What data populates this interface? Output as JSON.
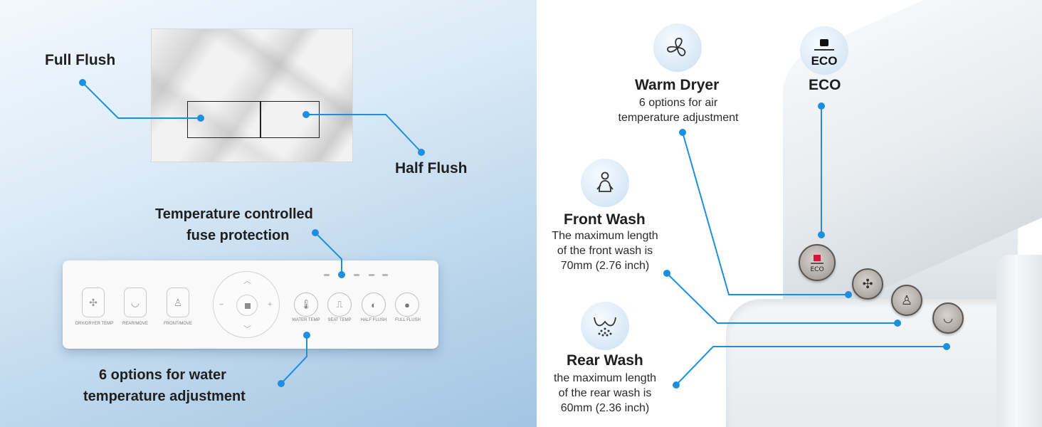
{
  "flush_plate": {
    "full_label": "Full Flush",
    "half_label": "Half Flush"
  },
  "remote_panel": {
    "fuse_label_line1": "Temperature controlled",
    "fuse_label_line2": "fuse protection",
    "water_temp_line1": "6 options for water",
    "water_temp_line2": "temperature adjustment",
    "buttons": [
      {
        "label": "DRY/DRYER TEMP",
        "icon": "fan-icon"
      },
      {
        "label": "REAR/MOVE",
        "icon": "rear-wash-icon"
      },
      {
        "label": "FRONT/MOVE",
        "icon": "front-wash-icon"
      }
    ],
    "round_buttons": [
      {
        "label": "WATER TEMP",
        "icon": "thermometer-icon"
      },
      {
        "label": "SEAT TEMP",
        "icon": "seat-temp-icon"
      },
      {
        "label": "HALF FLUSH",
        "icon": "half-drop-icon"
      },
      {
        "label": "FULL FLUSH",
        "icon": "full-drop-icon"
      }
    ]
  },
  "features": {
    "warm_dryer": {
      "title": "Warm Dryer",
      "desc_line1": "6 options for air",
      "desc_line2": "temperature adjustment"
    },
    "eco": {
      "title": "ECO",
      "badge_text": "ECO"
    },
    "front_wash": {
      "title": "Front Wash",
      "desc_line1": "The maximum length",
      "desc_line2": "of the front wash is",
      "desc_line3": "70mm (2.76 inch)"
    },
    "rear_wash": {
      "title": "Rear Wash",
      "desc_line1": "the maximum length",
      "desc_line2": "of the rear wash is",
      "desc_line3": "60mm (2.36 inch)"
    }
  },
  "colors": {
    "accent_line": "#1e8fe0",
    "eco_red": "#e0103a"
  }
}
